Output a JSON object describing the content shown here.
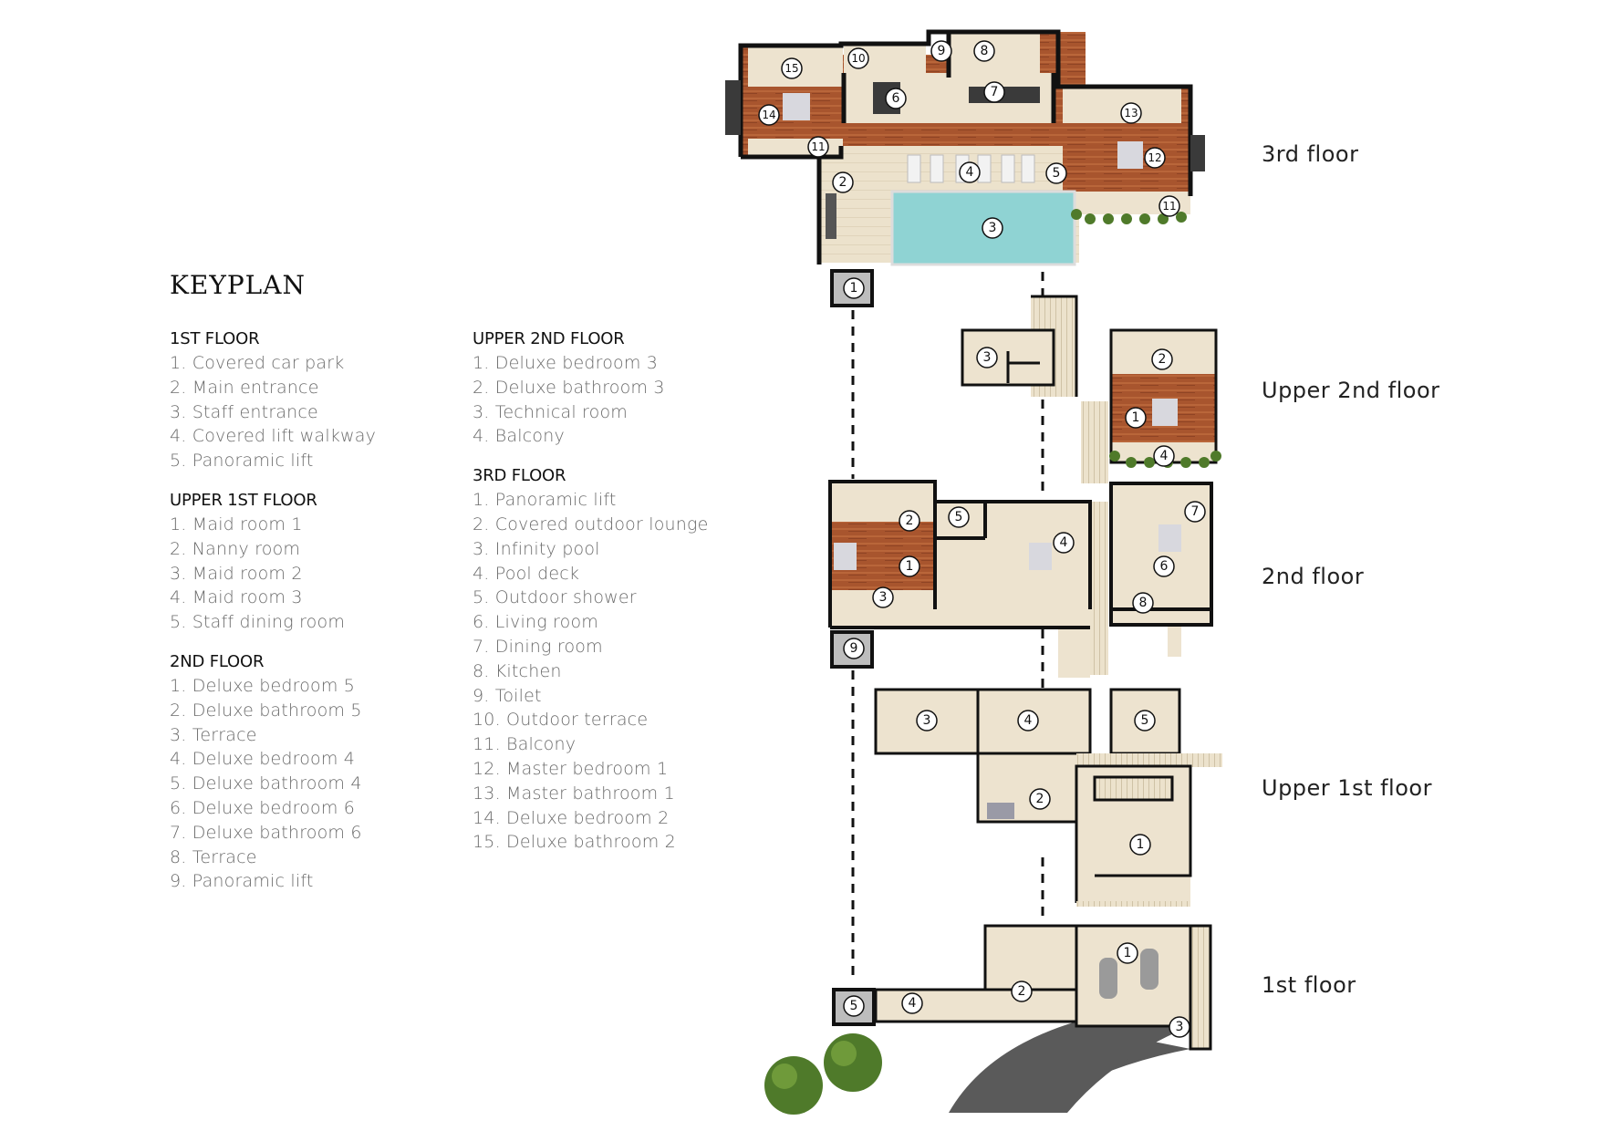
{
  "title": "KEYPLAN",
  "legend": {
    "col1": [
      {
        "heading": "1ST FLOOR",
        "items": [
          "1. Covered car park",
          "2. Main entrance",
          "3. Staff entrance",
          "4. Covered lift walkway",
          "5. Panoramic lift"
        ]
      },
      {
        "heading": "UPPER 1ST FLOOR",
        "items": [
          "1. Maid room 1",
          "2. Nanny room",
          "3. Maid room 2",
          "4. Maid room 3",
          "5. Staff dining room"
        ]
      },
      {
        "heading": "2ND FLOOR",
        "items": [
          "1. Deluxe bedroom 5",
          "2. Deluxe bathroom 5",
          "3. Terrace",
          "4. Deluxe bedroom 4",
          "5. Deluxe bathroom 4",
          "6. Deluxe bedroom 6",
          "7. Deluxe bathroom 6",
          "8. Terrace",
          "9. Panoramic lift"
        ]
      }
    ],
    "col2": [
      {
        "heading": "UPPER 2ND FLOOR",
        "items": [
          "1. Deluxe bedroom 3",
          "2. Deluxe bathroom 3",
          "3. Technical room",
          "4. Balcony"
        ]
      },
      {
        "heading": "3RD FLOOR",
        "items": [
          "1. Panoramic lift",
          "2. Covered outdoor lounge",
          "3. Infinity pool",
          "4. Pool deck",
          "5. Outdoor shower",
          "6. Living room",
          "7. Dining room",
          "8. Kitchen",
          "9. Toilet",
          "10. Outdoor terrace",
          "11. Balcony",
          "12. Master bedroom 1",
          "13. Master bathroom 1",
          "14. Deluxe bedroom 2",
          "15. Deluxe bathroom 2"
        ]
      }
    ]
  },
  "floors": [
    {
      "label": "3rd floor",
      "markers": [
        "1",
        "2",
        "3",
        "4",
        "5",
        "6",
        "7",
        "8",
        "9",
        "10",
        "11",
        "11",
        "12",
        "13",
        "14",
        "15"
      ]
    },
    {
      "label": "Upper 2nd floor",
      "markers": [
        "1",
        "2",
        "3",
        "4"
      ]
    },
    {
      "label": "2nd floor",
      "markers": [
        "1",
        "2",
        "3",
        "4",
        "5",
        "6",
        "7",
        "8",
        "9"
      ]
    },
    {
      "label": "Upper 1st floor",
      "markers": [
        "1",
        "2",
        "3",
        "4",
        "5"
      ]
    },
    {
      "label": "1st floor",
      "markers": [
        "1",
        "2",
        "3",
        "4",
        "5"
      ]
    }
  ],
  "colors": {
    "floor_beige": "#ede3cf",
    "wood": "#a8552e",
    "wall": "#111111",
    "pool": "#8fd3d3",
    "lift_gray": "#bdbdbd",
    "driveway": "#5a5a5a",
    "plant_green": "#4f7a2a"
  }
}
